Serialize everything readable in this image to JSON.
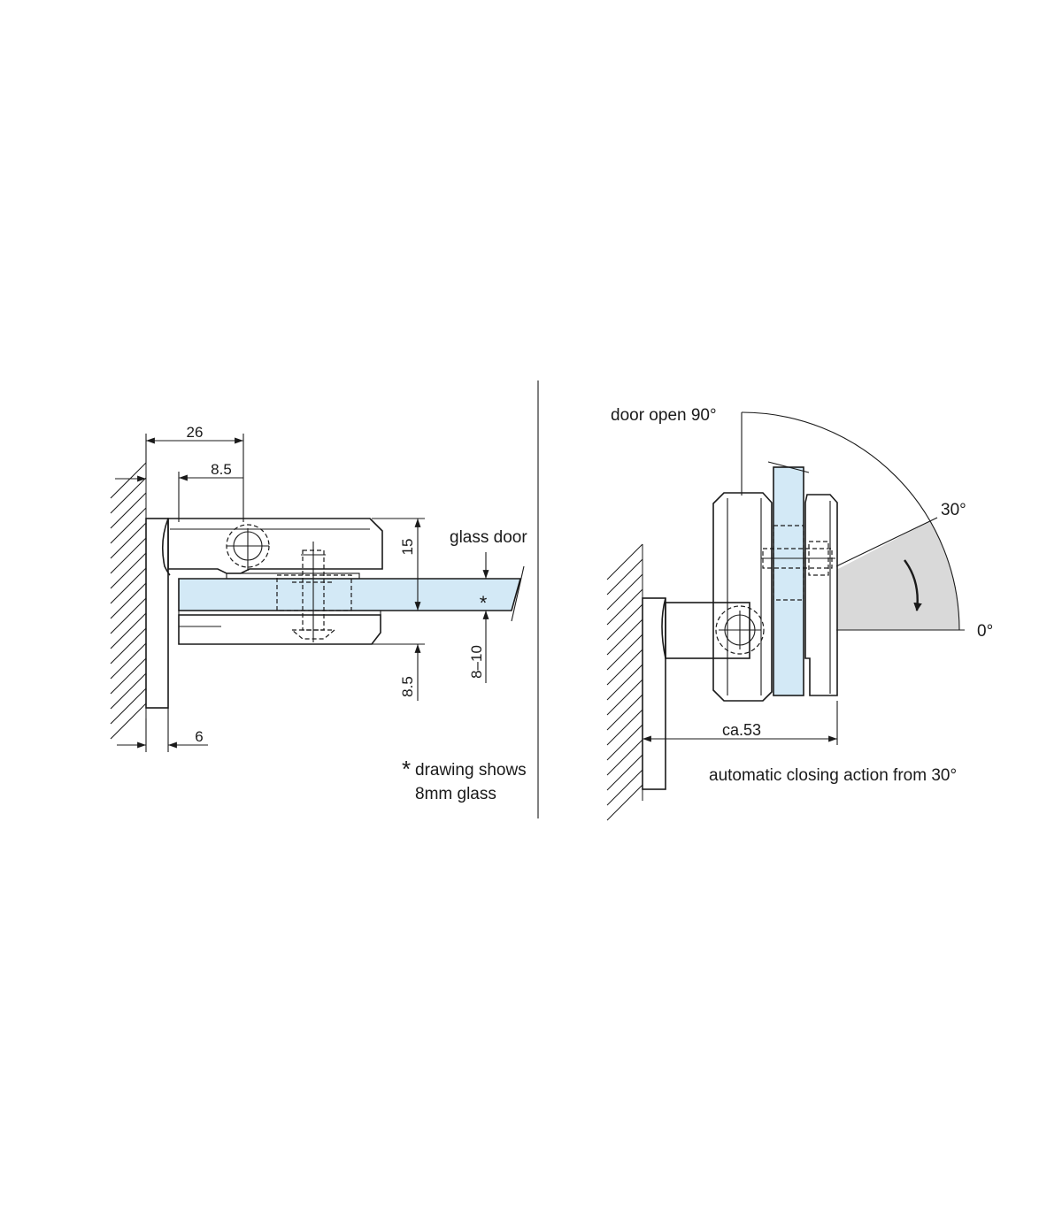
{
  "colors": {
    "glass": "#d3e9f6",
    "shade": "#d9d9d9",
    "line": "#1a1a1a"
  },
  "left_view": {
    "dim_total_width": "26",
    "dim_pivot_offset": "8.5",
    "dim_upper_height": "15",
    "dim_lower_height": "8.5",
    "dim_plate_thickness": "6",
    "dim_glass_range": "8–10",
    "glass_label": "glass door",
    "glass_marker": "*",
    "note_marker": "*",
    "note_line1": "drawing shows",
    "note_line2": "8mm glass"
  },
  "right_view": {
    "door_open_label": "door open 90°",
    "angle_30_label": "30°",
    "angle_0_label": "0°",
    "dim_projection": "ca.53",
    "caption": "automatic closing action from 30°"
  }
}
